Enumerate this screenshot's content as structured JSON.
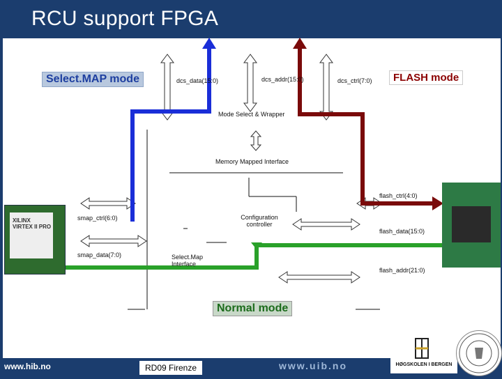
{
  "title": "RCU support FPGA",
  "modes": {
    "selectmap": "Select.MAP mode",
    "flash": "FLASH mode",
    "normal": "Normal mode"
  },
  "signals": {
    "dcs_data": "dcs_data(15:0)",
    "dcs_addr": "dcs_addr(15:0)",
    "dcs_ctrl": "dcs_ctrl(7:0)",
    "smap_ctrl": "smap_ctrl(6:0)",
    "smap_data": "smap_data(7:0)",
    "flash_ctrl": "flash_ctrl(4:0)",
    "flash_data": "flash_data(15:0)",
    "flash_addr": "flash_addr(21:0)"
  },
  "blocks": {
    "wrapper": "Mode Select & Wrapper",
    "mem_if": "Memory Mapped Interface",
    "config": "Configuration controller",
    "selectmap_if": "Select.Map Interface"
  },
  "chip_label": "XILINX VIRTEX II PRO",
  "footer": {
    "left": "www.hib.no",
    "center": "RD09 Firenze",
    "uib": "www.uib.no",
    "hib": "HØGSKOLEN I BERGEN"
  },
  "colors": {
    "background": "#1b3d6e",
    "selectmap_path": "#1a2ed8",
    "flash_path": "#7a0a0a",
    "normal_path": "#2aa12a"
  }
}
